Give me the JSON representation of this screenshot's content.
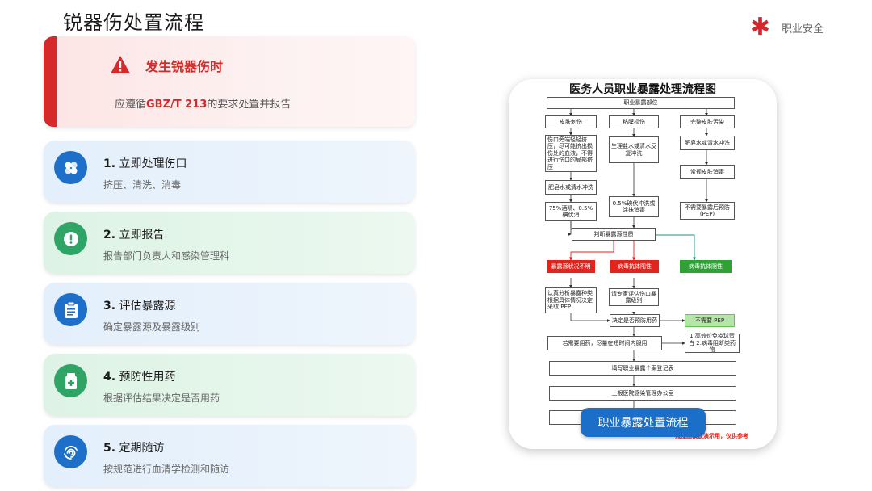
{
  "page": {
    "title": "锐器伤处置流程",
    "brand_icon": "asterisk-icon",
    "brand_text": "职业安全"
  },
  "alert": {
    "icon": "warning-triangle-icon",
    "title": "发生锐器伤时",
    "sub_prefix": "应遵循",
    "sub_standard": "GBZ/T 213",
    "sub_suffix": "的要求处置并报告"
  },
  "steps": [
    {
      "num": "1.",
      "title": "立即处理伤口",
      "desc": "挤压、清洗、消毒",
      "icon": "bandage-icon",
      "accent": "#1d6fc9"
    },
    {
      "num": "2.",
      "title": "立即报告",
      "desc": "报告部门负责人和感染管理科",
      "icon": "alert-circle-icon",
      "accent": "#2fa565"
    },
    {
      "num": "3.",
      "title": "评估暴露源",
      "desc": "确定暴露源及暴露级别",
      "icon": "clipboard-icon",
      "accent": "#1d6fc9"
    },
    {
      "num": "4.",
      "title": "预防性用药",
      "desc": "根据评估结果决定是否用药",
      "icon": "medicine-icon",
      "accent": "#2fa565"
    },
    {
      "num": "5.",
      "title": "定期随访",
      "desc": "按规范进行血清学检测和随访",
      "icon": "fingerprint-icon",
      "accent": "#1d6fc9"
    }
  ],
  "flowchart": {
    "title": "医务人员职业暴露处理流程图",
    "nodes": {
      "root": "职业暴露部位",
      "skin_puncture": "皮肤刺伤",
      "mucosa": "粘膜损伤",
      "intact_skin": "完整皮肤污染",
      "squeeze": "伤口旁端轻轻挤压，尽可能挤出损伤处的血液，不得进行伤口的局部挤压",
      "saline": "生理盐水或清水反复冲洗",
      "soap_wash_right": "肥皂水或清水冲洗",
      "routine_disinfect": "常规皮肤消毒",
      "soap_wash_left": "肥皂水或清水冲洗",
      "alcohol": "75%酒精、0.5%碘伏消",
      "iodine": "0.5%碘伏冲洗或涂抹消毒",
      "no_pep_needed": "不需要暴露后预防(PEP)",
      "judge_source": "判断暴露源性质",
      "source_unknown": "暴露源状况不明",
      "virus_positive_red": "病毒抗体阳性",
      "virus_positive_green": "病毒抗体阴性",
      "analyze": "认真分析暴露种类根据具体情况决定采取 PEP",
      "expert": "请专家评估伤口暴露级别",
      "decide_pep": "决定是否预防用药",
      "no_pep": "不需要 PEP",
      "if_medicate": "若需要用药，尽量在短时间内服用",
      "options": "1.高效价免疫球蛋白 2.病毒阻断类药物",
      "register": "填写职业暴露个案登记表",
      "report_office": "上报医院感染管理办公室",
      "bottom": ""
    },
    "note": "流程图模板演示用，仅供参考",
    "button": "职业暴露处置流程"
  }
}
